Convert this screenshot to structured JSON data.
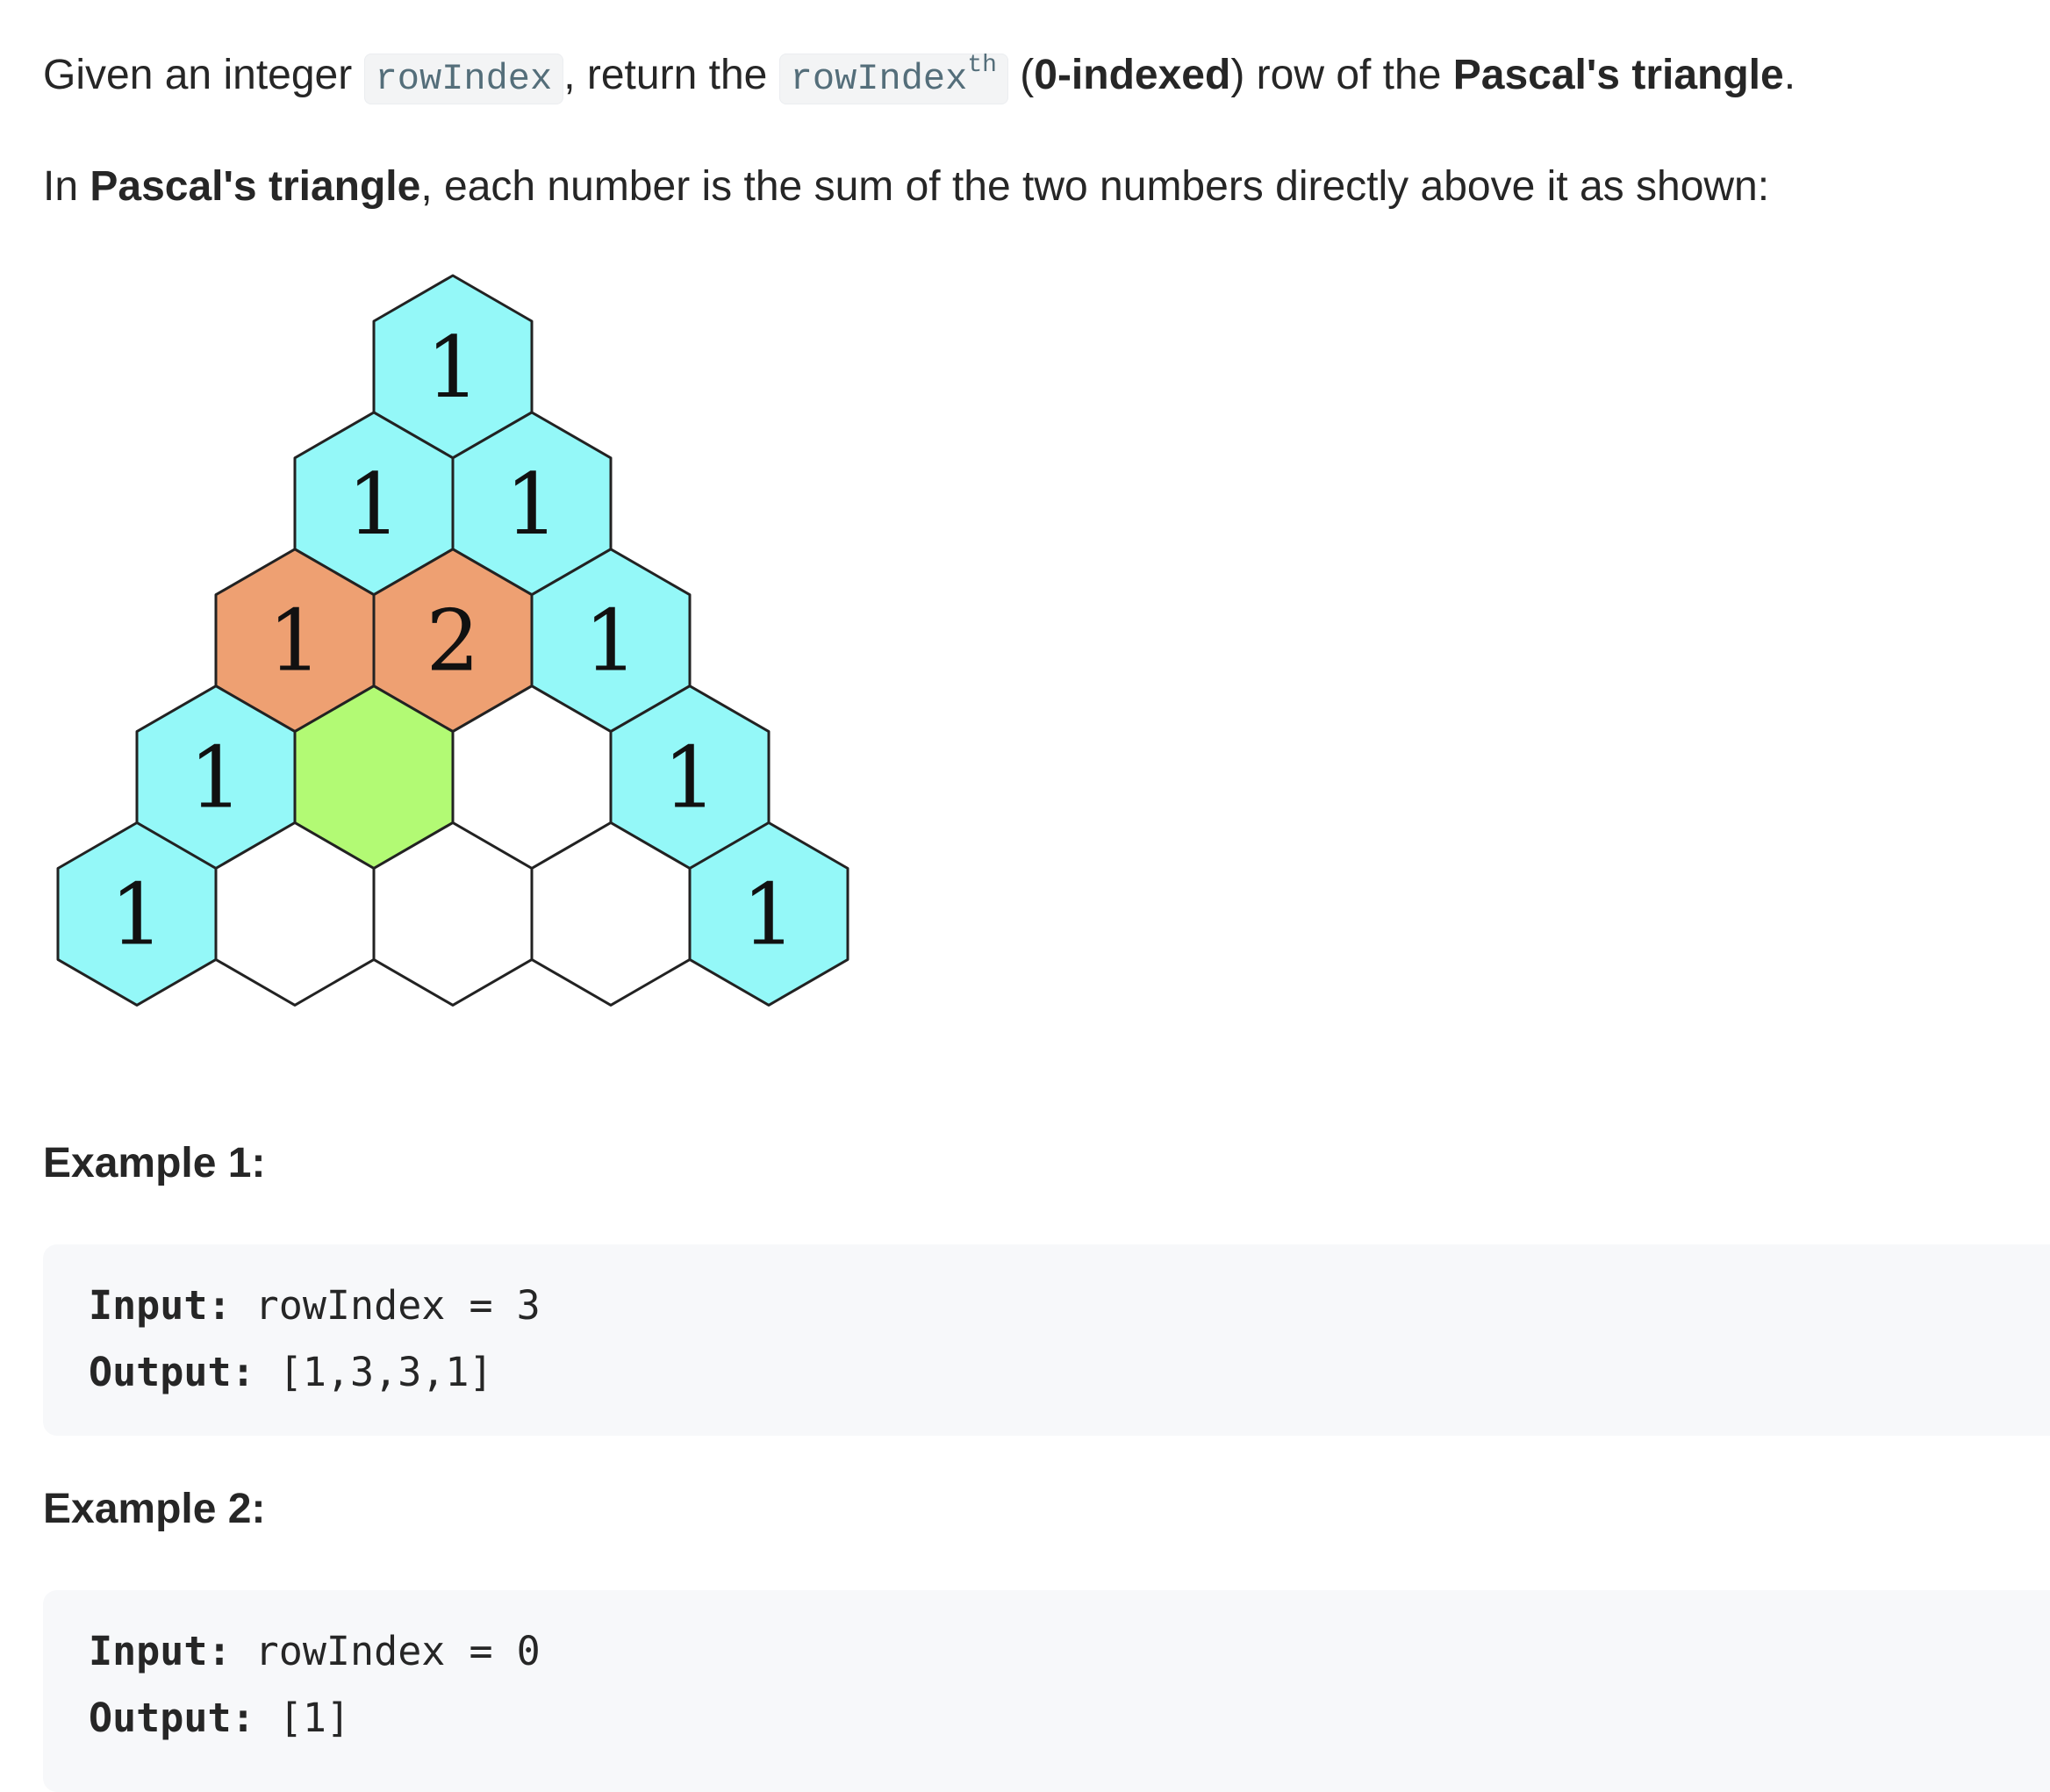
{
  "intro": {
    "given": "Given an integer ",
    "param": "rowIndex",
    "return_the": ", return the ",
    "row_code": "rowIndex",
    "row_sup": "th",
    "open_paren": " (",
    "zero_indexed": "0-indexed",
    "row_of_the": ") row of the ",
    "pascal": "Pascal's triangle",
    "period": "."
  },
  "description": {
    "in": "In ",
    "pascal": "Pascal's triangle",
    "rest": ", each number is the sum of the two numbers directly above it as shown:"
  },
  "diagram": {
    "colors": {
      "cyan": "#94f8f8",
      "orange": "#eea072",
      "green": "#b2fa74",
      "white": "#ffffff",
      "stroke": "#222222"
    },
    "rows": [
      [
        {
          "label": "1",
          "fill": "cyan"
        }
      ],
      [
        {
          "label": "1",
          "fill": "cyan"
        },
        {
          "label": "1",
          "fill": "cyan"
        }
      ],
      [
        {
          "label": "1",
          "fill": "orange"
        },
        {
          "label": "2",
          "fill": "orange"
        },
        {
          "label": "1",
          "fill": "cyan"
        }
      ],
      [
        {
          "label": "1",
          "fill": "cyan"
        },
        {
          "label": "",
          "fill": "green"
        },
        {
          "label": "",
          "fill": "white"
        },
        {
          "label": "1",
          "fill": "cyan"
        }
      ],
      [
        {
          "label": "1",
          "fill": "cyan"
        },
        {
          "label": "",
          "fill": "white"
        },
        {
          "label": "",
          "fill": "white"
        },
        {
          "label": "",
          "fill": "white"
        },
        {
          "label": "1",
          "fill": "cyan"
        }
      ]
    ]
  },
  "examples": [
    {
      "heading": "Example 1:",
      "input_label": "Input:",
      "input_value": " rowIndex = 3",
      "output_label": "Output:",
      "output_value": " [1,3,3,1]"
    },
    {
      "heading": "Example 2:",
      "input_label": "Input:",
      "input_value": " rowIndex = 0",
      "output_label": "Output:",
      "output_value": " [1]"
    }
  ]
}
